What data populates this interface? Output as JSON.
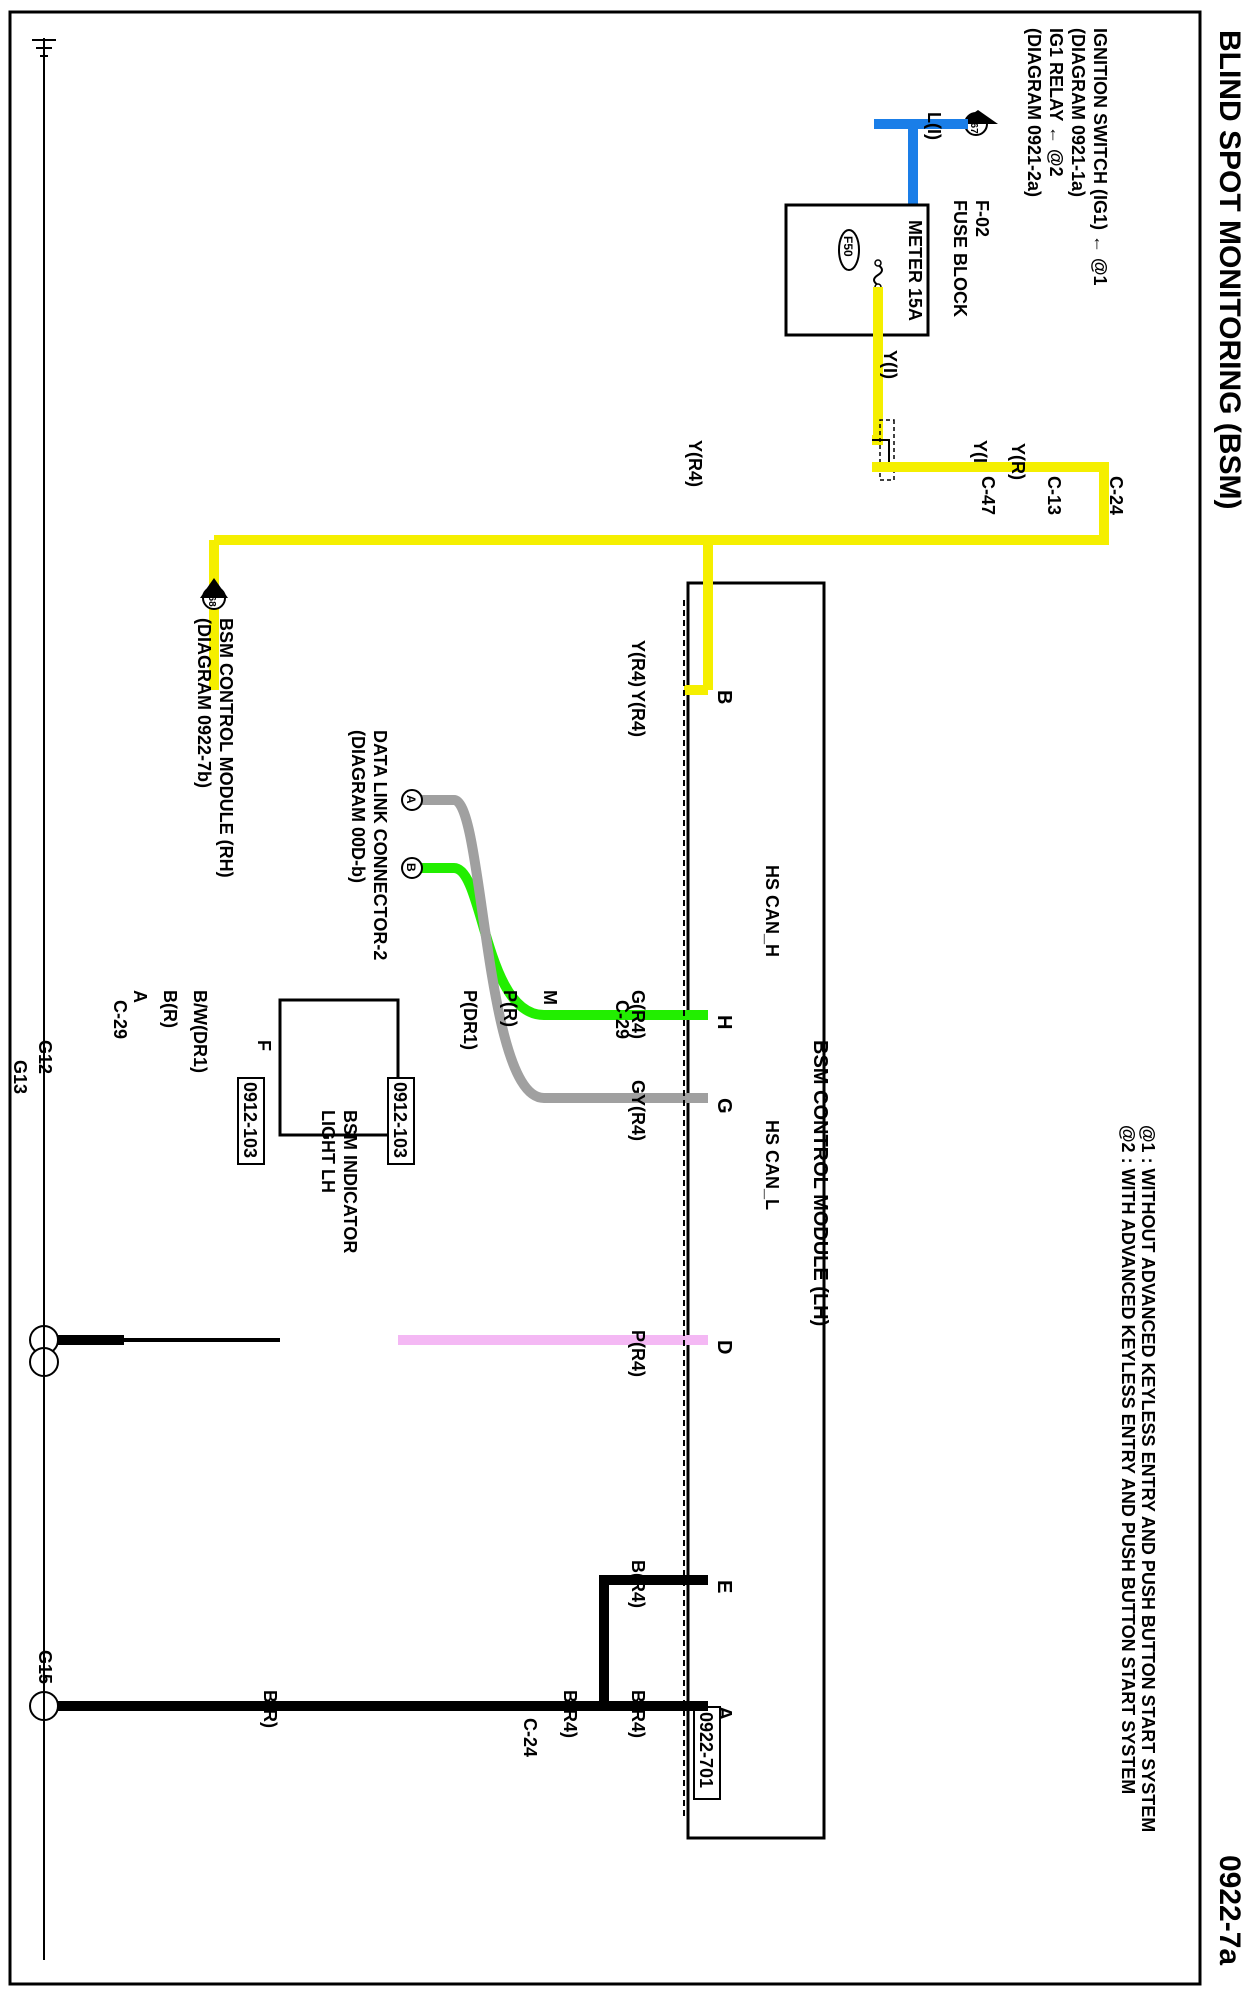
{
  "title": "BLIND SPOT MONITORING (BSM)",
  "page_code": "0922-7a",
  "notes": [
    "@1 : WITHOUT ADVANCED KEYLESS ENTRY AND PUSH BUTTON START SYSTEM",
    "@2 : WITH ADVANCED KEYLESS ENTRY AND PUSH BUTTON START SYSTEM"
  ],
  "power_source": {
    "lines": [
      "IGNITION SWITCH (IG1) ← @1",
      "(DIAGRAM  0921-1a)",
      "IG1 RELAY ← @2",
      "(DIAGRAM  0921-2a)"
    ],
    "ref": "367",
    "wire": "L(I)"
  },
  "fuse_block": {
    "name": "F-02",
    "label": "FUSE BLOCK",
    "fuse": "METER 15A",
    "fuse_id": "F50"
  },
  "wires": {
    "y_i_1": "Y(I)",
    "y_i_2": "Y(I)",
    "y_r": "Y(R)",
    "y_r4_vert": "Y(R4)",
    "y_r4_module": "Y(R4)",
    "y_r4_rh": "Y(R4)",
    "g_r4": "G(R4)",
    "gy_r4": "GY(R4)",
    "p_r4": "P(R4)",
    "p_r": "P(R)",
    "p_dr1": "P(DR1)",
    "bw_dr1": "B/W(DR1)",
    "b_r_ind": "B(R)",
    "b_r4_e": "B(R4)",
    "b_r4_a": "B(R4)",
    "b_r4_c24": "B(R4)",
    "b_r_g15": "B(R)"
  },
  "connectors": {
    "c47": "C-47",
    "c13": "C-13",
    "c24_top": "C-24",
    "c29_m": "C-29",
    "c29_a": "C-29",
    "c24_bottom": "C-24",
    "pin_m": "M",
    "pin_a": "A"
  },
  "module": {
    "name": "BSM CONTROL MODULE (LH)",
    "pins": [
      "B",
      "H",
      "G",
      "D",
      "E",
      "A"
    ],
    "can_h": "HS CAN_H",
    "can_l": "HS CAN_L",
    "ref": "0922-701"
  },
  "rh_module": {
    "ref": "368",
    "lines": [
      "BSM CONTROL MODULE (RH)",
      "(DIAGRAM  0922-7b)"
    ]
  },
  "dlc": {
    "lines": [
      "DATA LINK CONNECTOR-2",
      "(DIAGRAM  00D-b)"
    ],
    "pins": [
      "A",
      "B"
    ]
  },
  "indicator": {
    "lines": [
      "BSM INDICATOR",
      "LIGHT LH"
    ],
    "ref_top": "0912-103",
    "ref_bottom": "0912-103",
    "pin_f": "F"
  },
  "grounds": [
    "G12",
    "G13",
    "G15"
  ],
  "colors": {
    "blue": "#1a7ee8",
    "yellow": "#f5ef00",
    "green": "#22ee00",
    "gray": "#a0a0a0",
    "pink": "#f4b8f4",
    "black": "#000000"
  }
}
